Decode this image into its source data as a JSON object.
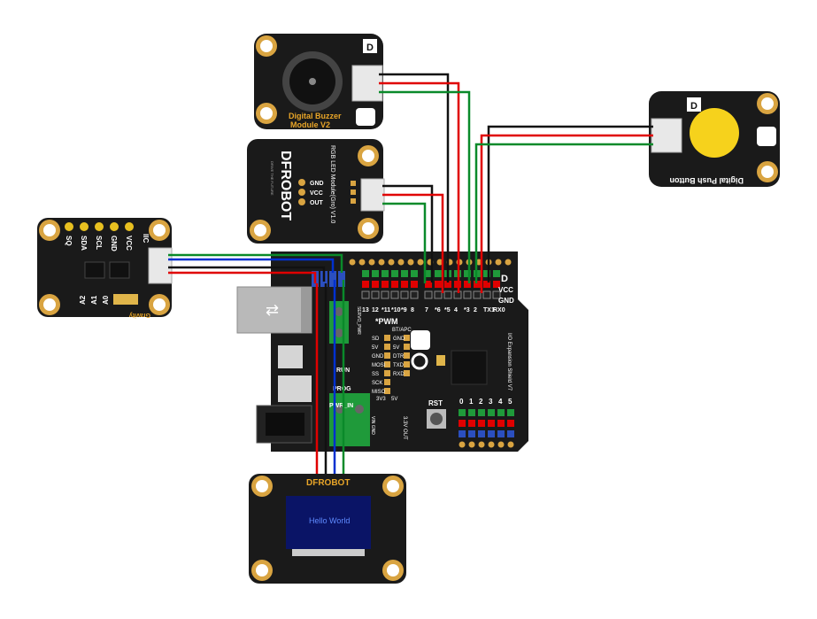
{
  "colors": {
    "board": "#1a1a1a",
    "gold": "#d9a441",
    "wire_red": "#e00000",
    "wire_black": "#111111",
    "wire_green": "#0a8a2a",
    "wire_blue": "#0030d0",
    "oled_screen": "#0a1466",
    "oled_text": "#5f8bff",
    "button_yellow": "#f6d21c",
    "terminal_green": "#1f9a3a"
  },
  "buzzer": {
    "title_line1": "Digital Buzzer",
    "title_line2": "Module V2",
    "badge": "D"
  },
  "rgb_module": {
    "brand": "DFROBOT",
    "pin_labels": [
      "GND",
      "VCC",
      "OUT"
    ],
    "title": "RGB LED Module(Gro) V1.0",
    "tagline": "DRIVE THE FUTURE"
  },
  "push_button": {
    "title": "Digital Push Button",
    "badge": "D"
  },
  "sensor_module": {
    "top_pins": [
      "SQ",
      "SDA",
      "SCL",
      "GND",
      "VCC"
    ],
    "side_label": "IIC",
    "bottom_pins": [
      "A2",
      "A1",
      "A0"
    ],
    "brand": "Gravity"
  },
  "shield": {
    "badge": "D",
    "vcc_label": "VCC",
    "gnd_label": "GND",
    "digital_labels": [
      "13",
      "12",
      "*11",
      "*10",
      "*9",
      "8",
      "7",
      "*6",
      "*5",
      "4",
      "*3",
      "2",
      "TX1",
      "RX0"
    ],
    "pwm_label": "*PWM",
    "rx_label": "RX",
    "tx_label": "TX",
    "bt_apc": "BT/APC",
    "left_header": [
      "SD",
      "5V",
      "GND",
      "MOSI",
      "SS",
      "SCK",
      "MISO"
    ],
    "right_header": [
      "GND",
      "5V",
      "DTR",
      "TXD",
      "RXD"
    ],
    "servo_pwr": "SERVO_PWR",
    "run": "RUN",
    "prog": "PROG",
    "pwr_in": "PWR_IN",
    "vin_gnd": "VIN GND",
    "out_label": "3.3V OUT",
    "v33": "3V3",
    "v5": "5V",
    "rst": "RST",
    "analog_labels": [
      "0",
      "1",
      "2",
      "3",
      "4",
      "5"
    ],
    "io_label": "I/O Expansion Shield V7"
  },
  "oled": {
    "brand": "DFROBOT",
    "text": "Hello World"
  }
}
